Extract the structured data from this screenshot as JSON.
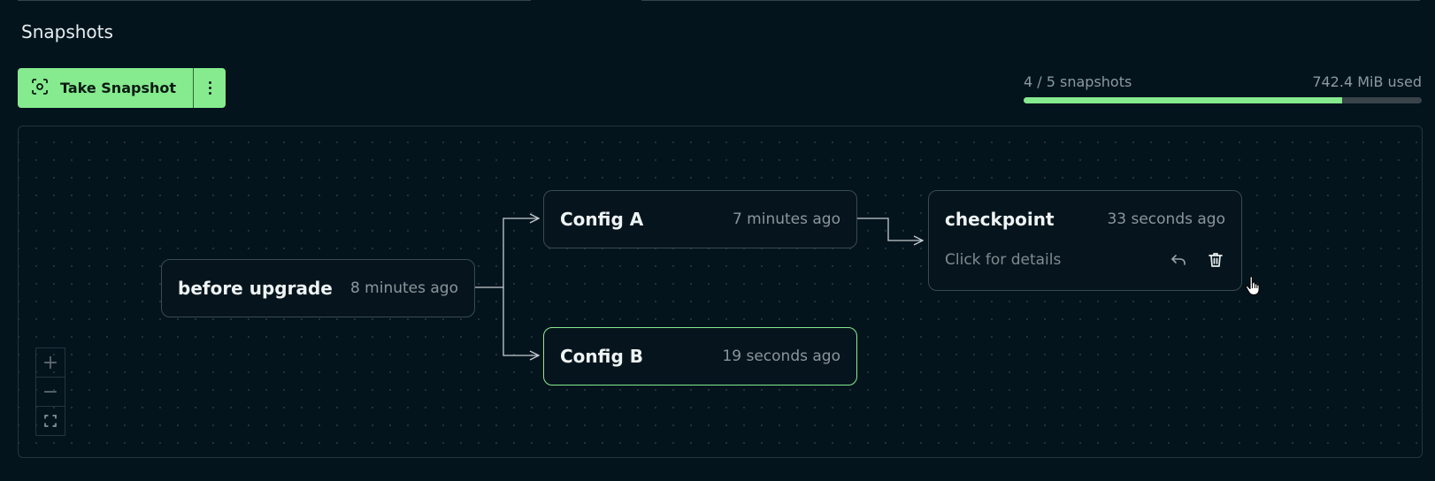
{
  "section": {
    "title": "Snapshots"
  },
  "toolbar": {
    "take_snapshot_label": "Take Snapshot",
    "camera_icon": "camera-focus-icon",
    "more_icon": "more-vertical-icon"
  },
  "usage": {
    "count_label": "4 / 5 snapshots",
    "size_label": "742.4 MiB used",
    "fill_fraction": 0.8
  },
  "nodes": [
    {
      "name": "before upgrade",
      "time": "8 minutes ago"
    },
    {
      "name": "Config A",
      "time": "7 minutes ago"
    },
    {
      "name": "Config B",
      "time": "19 seconds ago"
    },
    {
      "name": "checkpoint",
      "time": "33 seconds ago",
      "hint": "Click for details"
    }
  ],
  "zoom": {
    "in": "+",
    "out": "−",
    "fit_icon": "fit-view-icon"
  },
  "colors": {
    "accent": "#86ea8f",
    "background": "#03141d",
    "border": "#3a4a51"
  }
}
